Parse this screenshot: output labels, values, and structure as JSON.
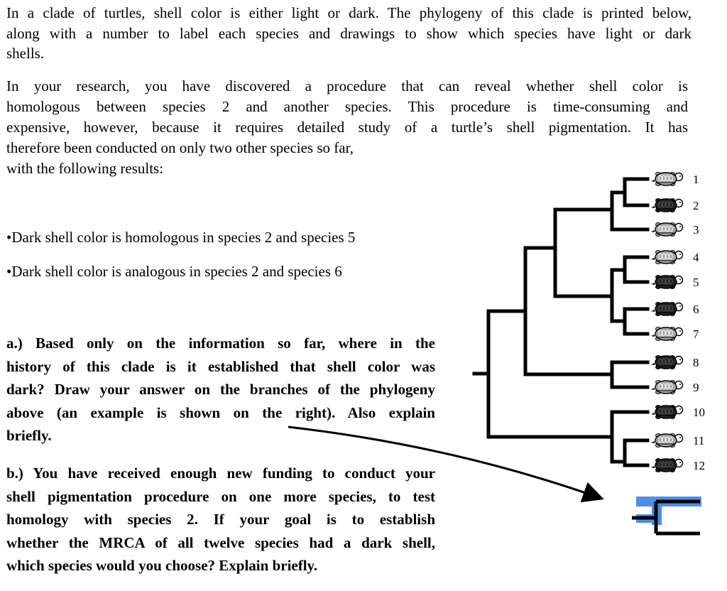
{
  "intro": {
    "line1": "In a clade of turtles, shell color is either light or dark. The phylogeny of this clade is printed below,",
    "line2": "along with a number to label each species and drawings to show which species have light or dark",
    "line3": "shells."
  },
  "research": {
    "line1": "In your research, you have discovered a procedure that can reveal whether shell color is",
    "line2": "homologous between species 2 and another species. This procedure is time-consuming and",
    "line3": "expensive, however, because it requires detailed study of a turtle’s shell pigmentation. It has",
    "line4": "therefore been conducted on only two other species so far,",
    "line5": "with the following results:"
  },
  "results": [
    "•Dark shell color is homologous in species 2 and species 5",
    "•Dark shell color is analogous in species 2 and species 6"
  ],
  "question_a": {
    "line1": "a.) Based only on the information so far, where in the",
    "line2": "history of this clade is it established that shell color was",
    "line3": "dark? Draw your answer on the branches of the phylogeny",
    "line4": "above (an example is shown on the right). Also explain",
    "line5": "briefly."
  },
  "question_b": {
    "line1": "b.) You have received enough new funding to conduct your",
    "line2": "shell pigmentation procedure on one more species, to test",
    "line3": "homology with species 2. If your goal is to establish",
    "line4": "whether the MRCA of all twelve species had a dark shell,",
    "line5": "which species would you choose? Explain briefly."
  },
  "species": [
    {
      "label": "1",
      "shell": "light"
    },
    {
      "label": "2",
      "shell": "dark"
    },
    {
      "label": "3",
      "shell": "light"
    },
    {
      "label": "4",
      "shell": "light"
    },
    {
      "label": "5",
      "shell": "dark"
    },
    {
      "label": "6",
      "shell": "dark"
    },
    {
      "label": "7",
      "shell": "light"
    },
    {
      "label": "8",
      "shell": "dark"
    },
    {
      "label": "9",
      "shell": "light"
    },
    {
      "label": "10",
      "shell": "dark"
    },
    {
      "label": "11",
      "shell": "light"
    },
    {
      "label": "12",
      "shell": "dark"
    }
  ],
  "colors": {
    "dark_shell": "#222222",
    "light_shell": "#a6a6a6",
    "highlight": "#4a8fe7"
  }
}
